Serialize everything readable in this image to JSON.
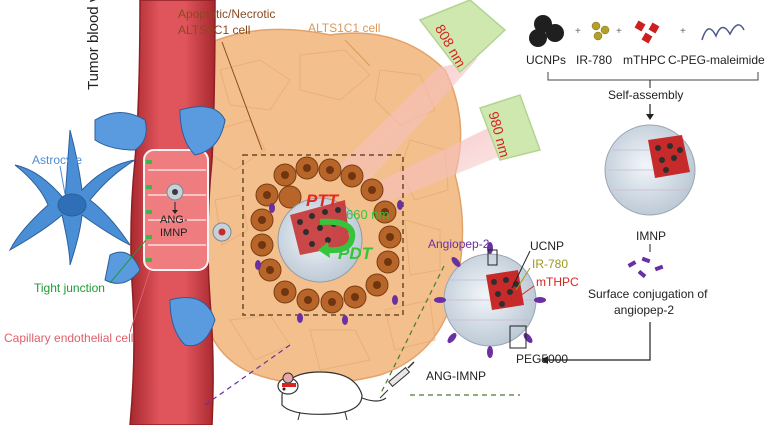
{
  "labels": {
    "vessel": "Tumor blood vessel",
    "apoptotic_line1": "Apoptotic/Necrotic",
    "apoptotic_line2": "ALTS1C1 cell",
    "alts_cell": "ALTS1C1 cell",
    "laser_808": "808 nm",
    "laser_980": "980 nm",
    "astrocyte": "Astrocyte",
    "ang_imnp_vessel_line1": "ANG-",
    "ang_imnp_vessel_line2": "IMNP",
    "ptt": "PTT",
    "wavelength_660": "660 nm",
    "pdt": "PDT",
    "tight_junction": "Tight junction",
    "capillary": "Capillary endothelial cell",
    "ucnps": "UCNPs",
    "ir780": "IR-780",
    "mthpc": "mTHPC",
    "c_peg": "C-PEG-maleimide",
    "plus": "+",
    "self_assembly": "Self-assembly",
    "imnp": "IMNP",
    "surface_conj_line1": "Surface conjugation of",
    "surface_conj_line2": "angiopep-2",
    "angiopep": "Angiopep-2",
    "ucnp": "UCNP",
    "ir780_np": "IR-780",
    "mthpc_np": "mTHPC",
    "peg5000": "PEG5000",
    "ang_imnp": "ANG-IMNP"
  },
  "colors": {
    "vessel": "#d9474f",
    "astrocyte": "#4a8fd6",
    "tumor": "#f3c08d",
    "apoptotic": "#b8652a",
    "laser_box": "#cfe8b0",
    "ptt": "#e8271d",
    "pdt": "#35c43a",
    "tight_junction": "#1d9a35",
    "capillary": "#e0606a",
    "ir780": "#9a9a1f",
    "mthpc": "#d8241f",
    "angiopep": "#6a2fa0"
  }
}
